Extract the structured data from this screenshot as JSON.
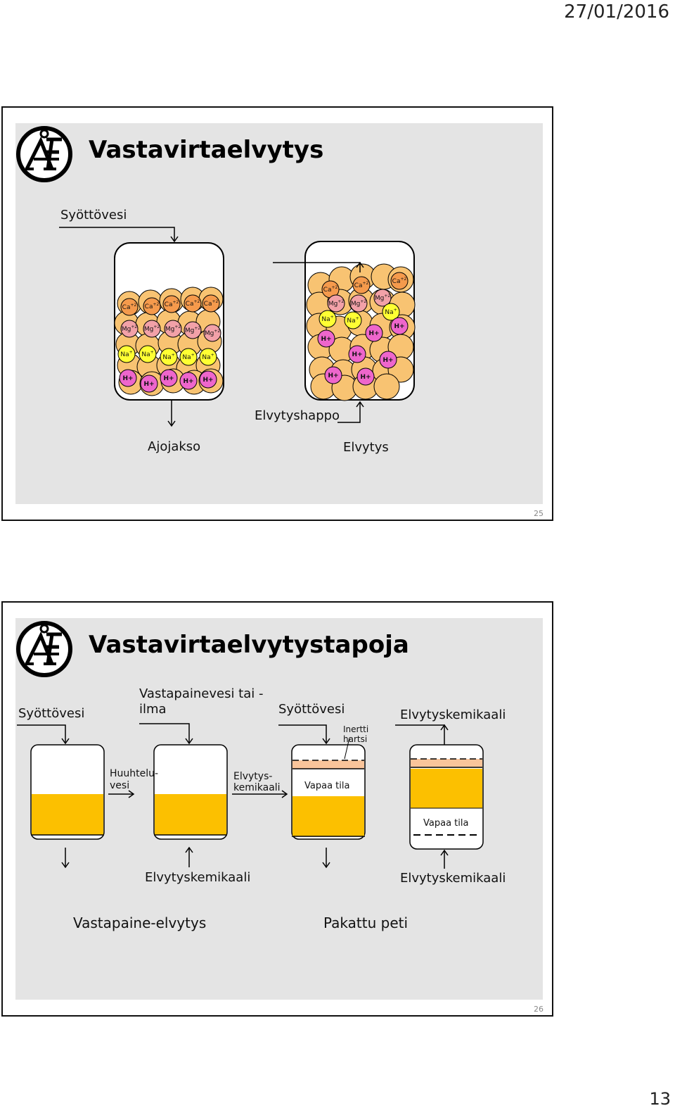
{
  "header": {
    "date": "27/01/2016"
  },
  "footer": {
    "page_number": "13"
  },
  "slide25": {
    "title": "Vastavirtaelvytys",
    "slide_number": "25",
    "labels": {
      "feed": "Syöttövesi",
      "regen_acid": "Elvytyshappo",
      "service": "Ajojakso",
      "regeneration": "Elvytys"
    },
    "ions": {
      "ca": "Ca",
      "mg": "Mg",
      "na": "Na",
      "h": "H+",
      "ca_charge": "+2",
      "mg_charge": "+2",
      "na_charge": "+"
    }
  },
  "slide26": {
    "title": "Vastavirtaelvytystapoja",
    "slide_number": "26",
    "labels": {
      "feed_left": "Syöttövesi",
      "counterpressure_line1": "Vastapainevesi tai -",
      "counterpressure_line2": "ilma",
      "rinse_line1": "Huuhtelu-",
      "rinse_line2": "vesi",
      "chem_line1": "Elvytys-",
      "chem_line2": "kemikaali",
      "feed_right": "Syöttövesi",
      "inert_line1": "Inertti",
      "inert_line2": "hartsi",
      "regen_chem_top": "Elvytyskemikaali",
      "free_space_1": "Vapaa tila",
      "free_space_2": "Vapaa tila",
      "regen_chem_bottom_left": "Elvytyskemikaali",
      "regen_chem_bottom_right": "Elvytyskemikaali",
      "method_counterpressure": "Vastapaine-elvytys",
      "method_packed_bed": "Pakattu peti"
    }
  },
  "colors": {
    "resin": "#f8c372",
    "ca": "#f59a4c",
    "mg": "#f2a1a8",
    "na": "#ffff33",
    "h": "#ee66cc",
    "bed_yellow": "#fcc000",
    "inert_band": "#f9c49a",
    "panel": "#e4e4e4"
  }
}
